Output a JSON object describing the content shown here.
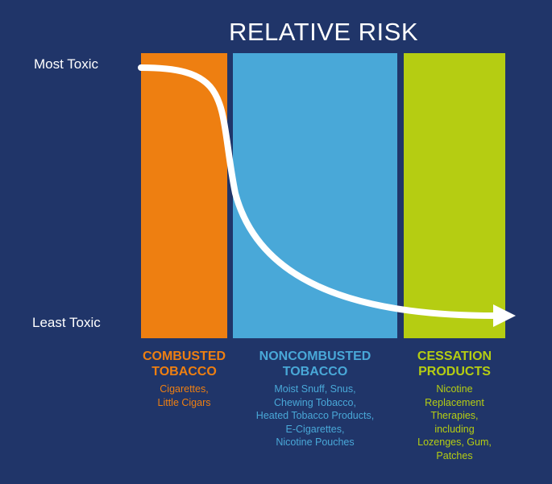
{
  "title": "RELATIVE RISK",
  "axis": {
    "top_label": "Most Toxic",
    "bottom_label": "Least Toxic"
  },
  "colors": {
    "background": "#203569",
    "combusted": "#ee7f11",
    "noncombusted": "#49a8d8",
    "cessation": "#b5cd12",
    "curve": "#ffffff"
  },
  "categories": [
    {
      "key": "combusted",
      "title": "COMBUSTED\nTOBACCO",
      "description": "Cigarettes,\nLittle Cigars"
    },
    {
      "key": "noncombusted",
      "title": "NONCOMBUSTED\nTOBACCO",
      "description": "Moist Snuff, Snus,\nChewing Tobacco,\nHeated Tobacco Products,\nE-Cigarettes,\nNicotine Pouches"
    },
    {
      "key": "cessation",
      "title": "CESSATION\nPRODUCTS",
      "description": "Nicotine\nReplacement\nTherapies,\nincluding\nLozenges, Gum,\nPatches"
    }
  ]
}
